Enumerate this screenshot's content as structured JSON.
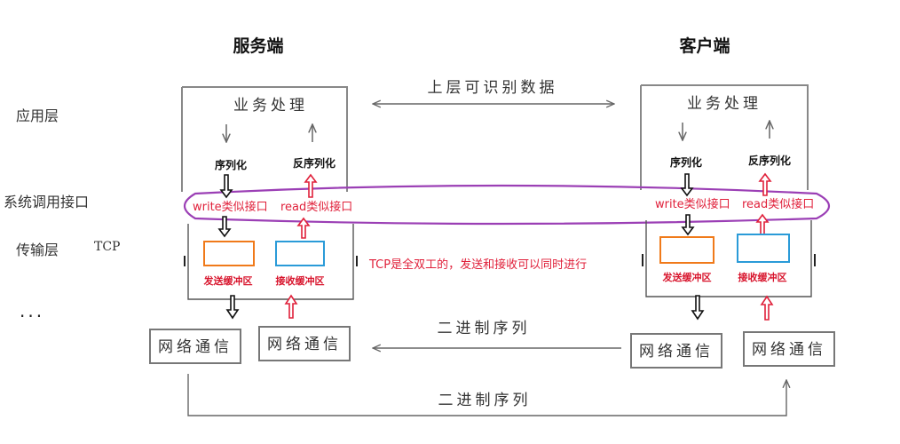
{
  "titles": {
    "server": "服务端",
    "client": "客户端"
  },
  "layers": {
    "app": "应用层",
    "syscall": "系统调用接口",
    "transport": "传输层",
    "transport_proto": "TCP",
    "ellipsis": "..."
  },
  "server": {
    "business": "业务处理",
    "serialize": "序列化",
    "deserialize": "反序列化",
    "write_iface": "write类似接口",
    "read_iface": "read类似接口",
    "send_buffer": "发送缓冲区",
    "recv_buffer": "接收缓冲区",
    "net_left": "网络通信",
    "net_right": "网络通信"
  },
  "client": {
    "business": "业务处理",
    "serialize": "序列化",
    "deserialize": "反序列化",
    "write_iface": "write类似接口",
    "read_iface": "read类似接口",
    "send_buffer": "发送缓冲区",
    "recv_buffer": "接收缓冲区",
    "net_left": "网络通信",
    "net_right": "网络通信"
  },
  "annotations": {
    "upper_data": "上层可识别数据",
    "duplex_note": "TCP是全双工的，发送和接收可以同时进行",
    "binary_mid": "二进制序列",
    "binary_bottom": "二进制序列"
  },
  "colors": {
    "red": "#e0203a",
    "purple": "#9b3fb5",
    "orange": "#f07a1a",
    "blue": "#2a9bd8",
    "gray": "#777777"
  }
}
